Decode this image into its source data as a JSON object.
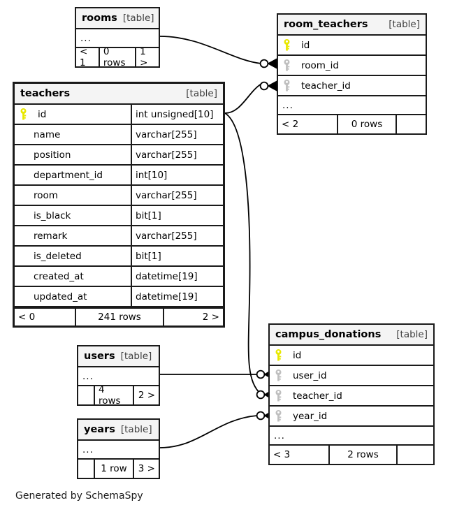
{
  "diagram": {
    "title": "SchemaSpy relationships diagram",
    "credit": "Generated by SchemaSpy",
    "table_tag": "[table]",
    "ellipsis": "...",
    "colors": {
      "primary_key": "#e8e800",
      "foreign_key": "#bfbfbf",
      "border": "#1a1a1a",
      "header_bg": "#f4f4f4",
      "page_bg": "#ffffff"
    }
  },
  "tables": [
    {
      "id": "rooms",
      "name": "rooms",
      "tag": "[table]",
      "columns": [],
      "ellipsis": "...",
      "footer": {
        "prev": "< 1",
        "rows": "0 rows",
        "next": "1 >"
      }
    },
    {
      "id": "room_teachers",
      "name": "room_teachers",
      "tag": "[table]",
      "columns": [
        {
          "name": "id",
          "key": "primary",
          "key_icon": "key-icon-primary",
          "type": ""
        },
        {
          "name": "room_id",
          "key": "foreign",
          "key_icon": "key-icon-foreign",
          "type": ""
        },
        {
          "name": "teacher_id",
          "key": "foreign",
          "key_icon": "key-icon-foreign",
          "type": ""
        }
      ],
      "ellipsis": "...",
      "footer": {
        "prev": "< 2",
        "rows": "0 rows",
        "next": ""
      }
    },
    {
      "id": "teachers",
      "name": "teachers",
      "tag": "[table]",
      "focal": true,
      "columns": [
        {
          "name": "id",
          "key": "primary",
          "key_icon": "key-icon-primary",
          "type": "int unsigned[10]"
        },
        {
          "name": "name",
          "key": "none",
          "key_icon": "",
          "type": "varchar[255]"
        },
        {
          "name": "position",
          "key": "none",
          "key_icon": "",
          "type": "varchar[255]"
        },
        {
          "name": "department_id",
          "key": "none",
          "key_icon": "",
          "type": "int[10]"
        },
        {
          "name": "room",
          "key": "none",
          "key_icon": "",
          "type": "varchar[255]"
        },
        {
          "name": "is_black",
          "key": "none",
          "key_icon": "",
          "type": "bit[1]"
        },
        {
          "name": "remark",
          "key": "none",
          "key_icon": "",
          "type": "varchar[255]"
        },
        {
          "name": "is_deleted",
          "key": "none",
          "key_icon": "",
          "type": "bit[1]"
        },
        {
          "name": "created_at",
          "key": "none",
          "key_icon": "",
          "type": "datetime[19]"
        },
        {
          "name": "updated_at",
          "key": "none",
          "key_icon": "",
          "type": "datetime[19]"
        }
      ],
      "footer": {
        "prev": "< 0",
        "rows": "241 rows",
        "next": "2 >"
      }
    },
    {
      "id": "campus_donations",
      "name": "campus_donations",
      "tag": "[table]",
      "columns": [
        {
          "name": "id",
          "key": "primary",
          "key_icon": "key-icon-primary",
          "type": ""
        },
        {
          "name": "user_id",
          "key": "foreign",
          "key_icon": "key-icon-foreign",
          "type": ""
        },
        {
          "name": "teacher_id",
          "key": "foreign",
          "key_icon": "key-icon-foreign",
          "type": ""
        },
        {
          "name": "year_id",
          "key": "foreign",
          "key_icon": "key-icon-foreign",
          "type": ""
        }
      ],
      "ellipsis": "...",
      "footer": {
        "prev": "< 3",
        "rows": "2 rows",
        "next": ""
      }
    },
    {
      "id": "users",
      "name": "users",
      "tag": "[table]",
      "columns": [],
      "ellipsis": "...",
      "footer": {
        "prev": "",
        "rows": "4 rows",
        "next": "2 >"
      }
    },
    {
      "id": "years",
      "name": "years",
      "tag": "[table]",
      "columns": [],
      "ellipsis": "...",
      "footer": {
        "prev": "",
        "rows": "1 row",
        "next": "3 >"
      }
    }
  ],
  "relationships": [
    {
      "from": "rooms",
      "to": "room_teachers.room_id",
      "notation": "zero-or-many"
    },
    {
      "from": "teachers.id",
      "to": "room_teachers.teacher_id",
      "notation": "zero-or-many"
    },
    {
      "from": "teachers.id",
      "to": "campus_donations.teacher_id",
      "notation": "zero-or-many"
    },
    {
      "from": "users",
      "to": "campus_donations.user_id",
      "notation": "zero-or-many"
    },
    {
      "from": "years",
      "to": "campus_donations.year_id",
      "notation": "zero-or-many"
    }
  ]
}
